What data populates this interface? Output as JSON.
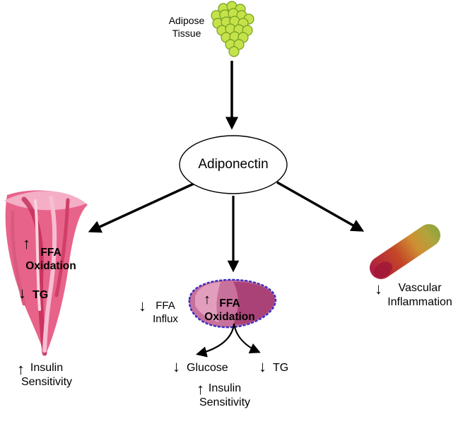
{
  "figure": {
    "adipose_tissue_label": "Adipose\nTissue",
    "adiponectin_label": "Adiponectin",
    "muscle": {
      "ffa_oxidation": "FFA\nOxidation",
      "tg": "TG",
      "insulin_sensitivity": "Insulin\nSensitivity"
    },
    "liver": {
      "ffa_influx": "FFA\nInflux",
      "ffa_oxidation": "FFA\nOxidation",
      "glucose": "Glucose",
      "tg": "TG",
      "insulin_sensitivity": "Insulin\nSensitivity"
    },
    "vessel": {
      "vascular_inflammation": "Vascular\nInflammation"
    }
  },
  "icons": {
    "up_arrow": "↑",
    "down_arrow": "↓"
  },
  "colors": {
    "adipose_fill": "#c6e24a",
    "adipose_stroke": "#74a021",
    "muscle_fill": "#e8638a",
    "liver_fill": "#c9719d",
    "liver_stroke": "#3b2fbf",
    "arrow_color": "#000000"
  }
}
